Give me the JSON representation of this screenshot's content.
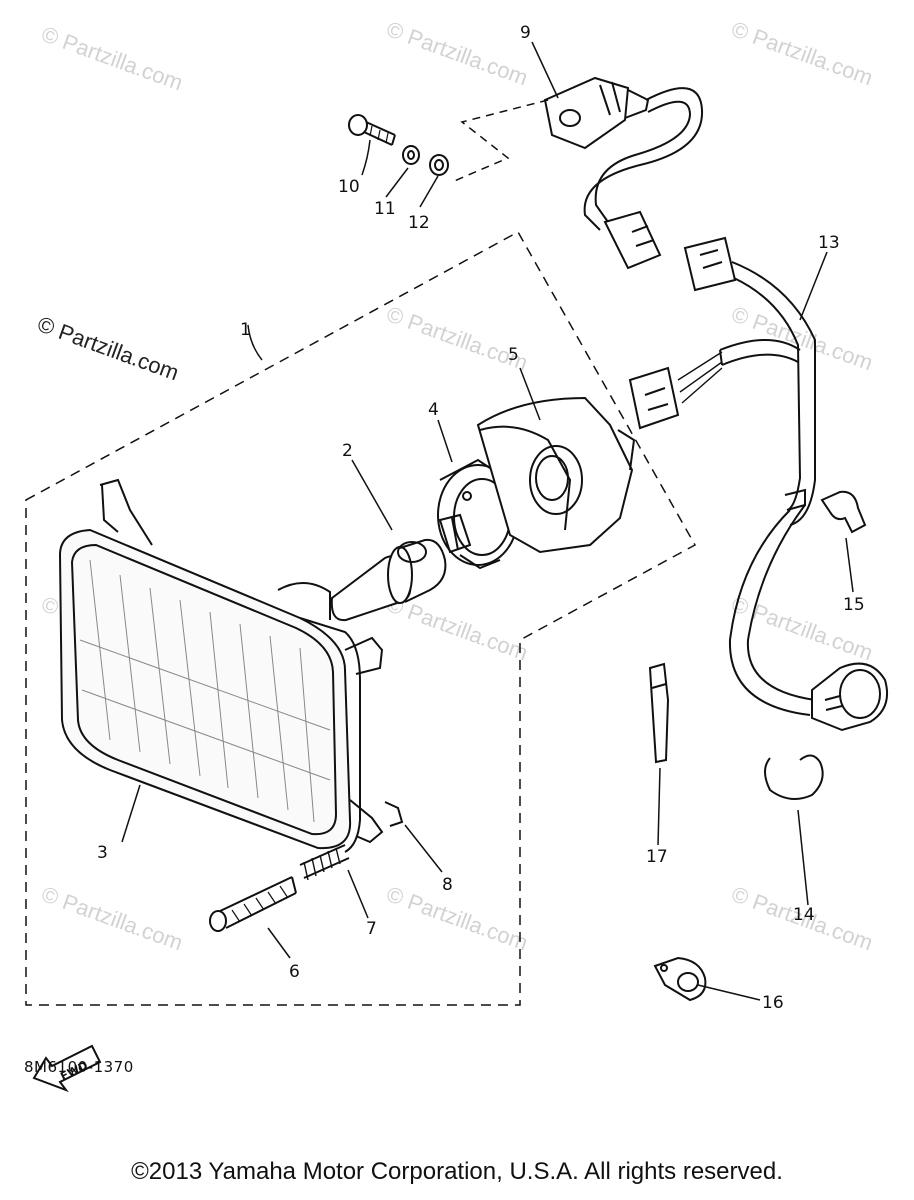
{
  "watermark": "© Partzilla.com",
  "callouts": [
    {
      "id": "1",
      "label": "1"
    },
    {
      "id": "2",
      "label": "2"
    },
    {
      "id": "3",
      "label": "3"
    },
    {
      "id": "4",
      "label": "4"
    },
    {
      "id": "5",
      "label": "5"
    },
    {
      "id": "6",
      "label": "6"
    },
    {
      "id": "7",
      "label": "7"
    },
    {
      "id": "8",
      "label": "8"
    },
    {
      "id": "9",
      "label": "9"
    },
    {
      "id": "10",
      "label": "10"
    },
    {
      "id": "11",
      "label": "11"
    },
    {
      "id": "12",
      "label": "12"
    },
    {
      "id": "13",
      "label": "13"
    },
    {
      "id": "14",
      "label": "14"
    },
    {
      "id": "15",
      "label": "15"
    },
    {
      "id": "16",
      "label": "16"
    },
    {
      "id": "17",
      "label": "17"
    }
  ],
  "fwd_label": "FWD",
  "diagram_code": "8M6100-1370",
  "copyright": "©2013  Yamaha Motor Corporation, U.S.A. All rights reserved."
}
